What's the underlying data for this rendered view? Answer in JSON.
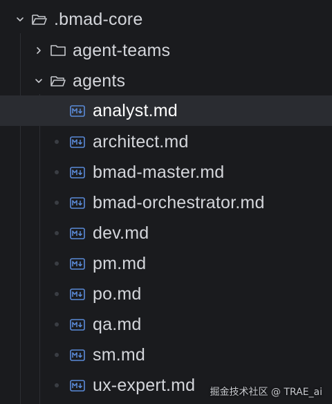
{
  "theme": {
    "background": "#1a1b1e",
    "selected_row": "#2a2c31",
    "text": "#d4d6db",
    "md_icon": "#5b8bd9"
  },
  "tree": {
    "root": {
      "label": ".bmad-core",
      "expanded": true,
      "icon": "folder-open-icon"
    },
    "folders": [
      {
        "label": "agent-teams",
        "expanded": false,
        "icon": "folder-icon"
      },
      {
        "label": "agents",
        "expanded": true,
        "icon": "folder-open-icon"
      }
    ],
    "files": [
      {
        "label": "analyst.md",
        "selected": true,
        "icon": "markdown-file-icon"
      },
      {
        "label": "architect.md",
        "icon": "markdown-file-icon"
      },
      {
        "label": "bmad-master.md",
        "icon": "markdown-file-icon"
      },
      {
        "label": "bmad-orchestrator.md",
        "icon": "markdown-file-icon"
      },
      {
        "label": "dev.md",
        "icon": "markdown-file-icon"
      },
      {
        "label": "pm.md",
        "icon": "markdown-file-icon"
      },
      {
        "label": "po.md",
        "icon": "markdown-file-icon"
      },
      {
        "label": "qa.md",
        "icon": "markdown-file-icon"
      },
      {
        "label": "sm.md",
        "icon": "markdown-file-icon"
      },
      {
        "label": "ux-expert.md",
        "icon": "markdown-file-icon"
      }
    ]
  },
  "watermark": "掘金技术社区 @ TRAE_ai"
}
